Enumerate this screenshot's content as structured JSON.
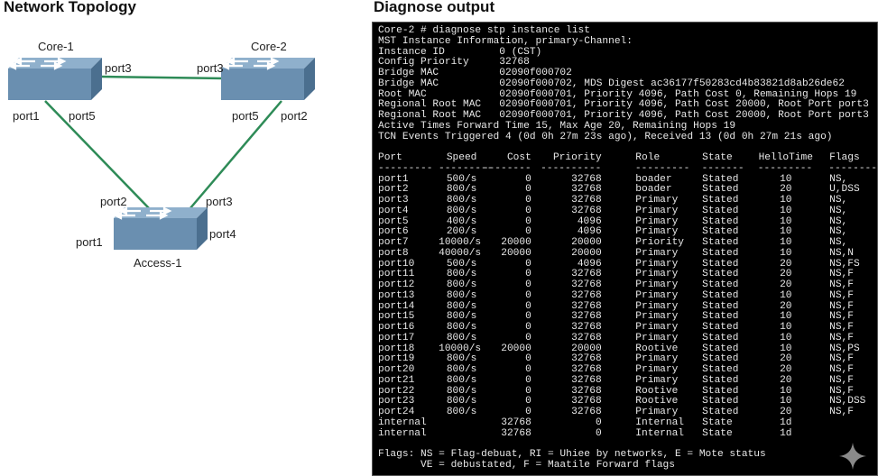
{
  "topology": {
    "title": "Network Topology",
    "switches": [
      {
        "name": "Core-1",
        "ports": [
          "port3",
          "port1",
          "port5"
        ]
      },
      {
        "name": "Core-2",
        "ports": [
          "port3",
          "port5",
          "port2"
        ]
      },
      {
        "name": "Access-1",
        "ports": [
          "port2",
          "port3",
          "port4",
          "port1"
        ]
      }
    ],
    "link_color": "#2e8b57"
  },
  "output": {
    "title": "Diagnose output",
    "header_lines": [
      "Core-2 # diagnose stp instance list",
      "MST Instance Information, primary-Channel:",
      "Instance ID         0 (CST)",
      "Config Priority     32768",
      "Bridge MAC          02090f000702",
      "Bridge MAC          02090f000702, MDS Digest ac36177f50283cd4b83821d8ab26de62",
      "Root MAC            02090f000701, Priority 4096, Path Cost 0, Remaining Hops 19",
      "Regional Root MAC   02090f000701, Priority 4096, Path Cost 20000, Root Port port3",
      "Regional Root MAC   02090f000701, Priority 4096, Path Cost 20000, Root Port port3",
      "Active Times Forward Time 15, Max Age 20, Remaining Hops 19",
      "TCN Events Triggered 4 (0d 0h 27m 23s ago), Received 13 (0d 0h 27m 21s ago)"
    ],
    "columns": [
      "Port",
      "Speed",
      "Cost",
      "Priority",
      "Role",
      "State",
      "HelloTime",
      "Flags"
    ],
    "separators": [
      "---------",
      "---------",
      "--------",
      "----------",
      "---------",
      "-------",
      "---------",
      "--------"
    ],
    "rows": [
      [
        "port1",
        "500/s",
        "0",
        "32768",
        "boader",
        "Stated",
        "10",
        "NS,"
      ],
      [
        "port2",
        "800/s",
        "0",
        "32768",
        "boader",
        "Stated",
        "20",
        "U,DSS"
      ],
      [
        "port3",
        "800/s",
        "0",
        "32768",
        "Primary",
        "Stated",
        "10",
        "NS,"
      ],
      [
        "port4",
        "800/s",
        "0",
        "32768",
        "Primary",
        "Stated",
        "10",
        "NS,"
      ],
      [
        "port5",
        "400/s",
        "0",
        "4096",
        "Primary",
        "Stated",
        "10",
        "NS,"
      ],
      [
        "port6",
        "200/s",
        "0",
        "4096",
        "Primary",
        "Stated",
        "10",
        "NS,"
      ],
      [
        "port7",
        "10000/s",
        "20000",
        "20000",
        "Priority",
        "Stated",
        "10",
        "NS,"
      ],
      [
        "port8",
        "40000/s",
        "20000",
        "20000",
        "Primary",
        "Stated",
        "10",
        "NS,N"
      ],
      [
        "port10",
        "500/s",
        "0",
        "4096",
        "Primary",
        "Stated",
        "20",
        "NS,FS"
      ],
      [
        "port11",
        "800/s",
        "0",
        "32768",
        "Primary",
        "Stated",
        "20",
        "NS,F"
      ],
      [
        "port12",
        "800/s",
        "0",
        "32768",
        "Primary",
        "Stated",
        "20",
        "NS,F"
      ],
      [
        "port13",
        "800/s",
        "0",
        "32768",
        "Primary",
        "Stated",
        "10",
        "NS,F"
      ],
      [
        "port14",
        "800/s",
        "0",
        "32768",
        "Primary",
        "Stated",
        "20",
        "NS,F"
      ],
      [
        "port15",
        "800/s",
        "0",
        "32768",
        "Primary",
        "Stated",
        "10",
        "NS,F"
      ],
      [
        "port16",
        "800/s",
        "0",
        "32768",
        "Primary",
        "Stated",
        "10",
        "NS,F"
      ],
      [
        "port17",
        "800/s",
        "0",
        "32768",
        "Primary",
        "Stated",
        "10",
        "NS,F"
      ],
      [
        "port18",
        "10000/s",
        "20000",
        "20000",
        "Rootive",
        "Stated",
        "10",
        "NS,PS"
      ],
      [
        "port19",
        "800/s",
        "0",
        "32768",
        "Primary",
        "Stated",
        "20",
        "NS,F"
      ],
      [
        "port20",
        "800/s",
        "0",
        "32768",
        "Primary",
        "Stated",
        "20",
        "NS,F"
      ],
      [
        "port21",
        "800/s",
        "0",
        "32768",
        "Primary",
        "Stated",
        "20",
        "NS,F"
      ],
      [
        "port22",
        "800/s",
        "0",
        "32768",
        "Rootive",
        "Stated",
        "10",
        "NS,F"
      ],
      [
        "port23",
        "800/s",
        "0",
        "32768",
        "Rootive",
        "Stated",
        "10",
        "NS,DSS"
      ],
      [
        "port24",
        "800/s",
        "0",
        "32768",
        "Primary",
        "Stated",
        "20",
        "NS,F"
      ],
      [
        "internal",
        "",
        "32768",
        "0",
        "Internal",
        "State",
        "1d",
        ""
      ],
      [
        "internal",
        "",
        "32768",
        "0",
        "Internal",
        "State",
        "1d",
        ""
      ]
    ],
    "footer_lines": [
      "Flags: NS = Flag-debuat, RI = Uhiee by networks, E = Mote status",
      "       VE = debustated, F = Maatile Forward flags"
    ]
  }
}
